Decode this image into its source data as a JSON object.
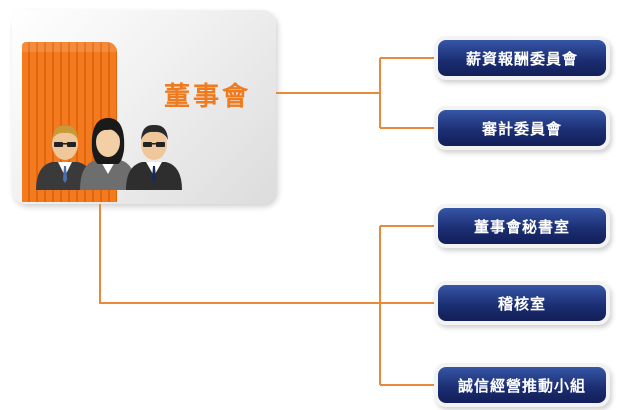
{
  "board": {
    "title": "董事會",
    "accent_color": "#f07a1e",
    "icon": "board-members-icon"
  },
  "units": [
    {
      "label": "薪資報酬委員會"
    },
    {
      "label": "審計委員會"
    },
    {
      "label": "董事會秘書室"
    },
    {
      "label": "稽核室"
    },
    {
      "label": "誠信經營推動小組"
    }
  ],
  "colors": {
    "node_fill": "#1c2f74",
    "connector": "#e88a3a"
  }
}
